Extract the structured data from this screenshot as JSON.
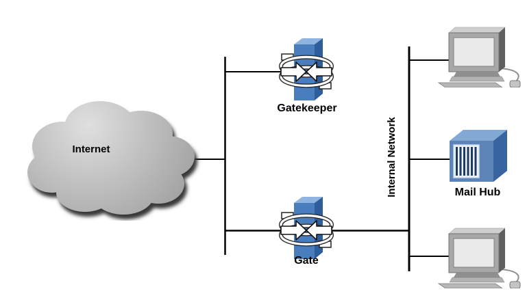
{
  "diagram": {
    "type": "network-topology",
    "background": "#ffffff",
    "nodes": {
      "internet": {
        "label": "Internet",
        "kind": "cloud"
      },
      "gatekeeper": {
        "label": "Gatekeeper",
        "kind": "gateway-device"
      },
      "gate": {
        "label": "Gate",
        "kind": "gateway-device"
      },
      "internal_network": {
        "label": "Internal Network",
        "kind": "network-bus"
      },
      "workstation_top": {
        "kind": "workstation"
      },
      "mail_hub": {
        "label": "Mail Hub",
        "kind": "hub"
      },
      "workstation_bottom": {
        "kind": "workstation"
      }
    },
    "edges": [
      {
        "from": "internet",
        "to": "perimeter-bus"
      },
      {
        "from": "perimeter-bus",
        "to": "gatekeeper"
      },
      {
        "from": "perimeter-bus",
        "to": "gate"
      },
      {
        "from": "gate",
        "to": "internal-network-bus"
      },
      {
        "from": "internal-network-bus",
        "to": "workstation_top"
      },
      {
        "from": "internal-network-bus",
        "to": "mail_hub"
      },
      {
        "from": "internal-network-bus",
        "to": "workstation_bottom"
      }
    ],
    "colors": {
      "line": "#000000",
      "label_text": "#000000",
      "cloud_light": "#dfdfdf",
      "cloud_dark": "#9c9c9c",
      "cloud_shadow": "#383838",
      "device_front": "#4a7dbd",
      "device_top": "#8fb4e0",
      "device_side": "#2e5d9c",
      "hub_front": "#5c84b6",
      "hub_top": "#82a9d4",
      "hub_side": "#38659f",
      "hub_stripe_dark": "#1e3a60",
      "hub_stripe_bg": "#eef3f9"
    }
  }
}
